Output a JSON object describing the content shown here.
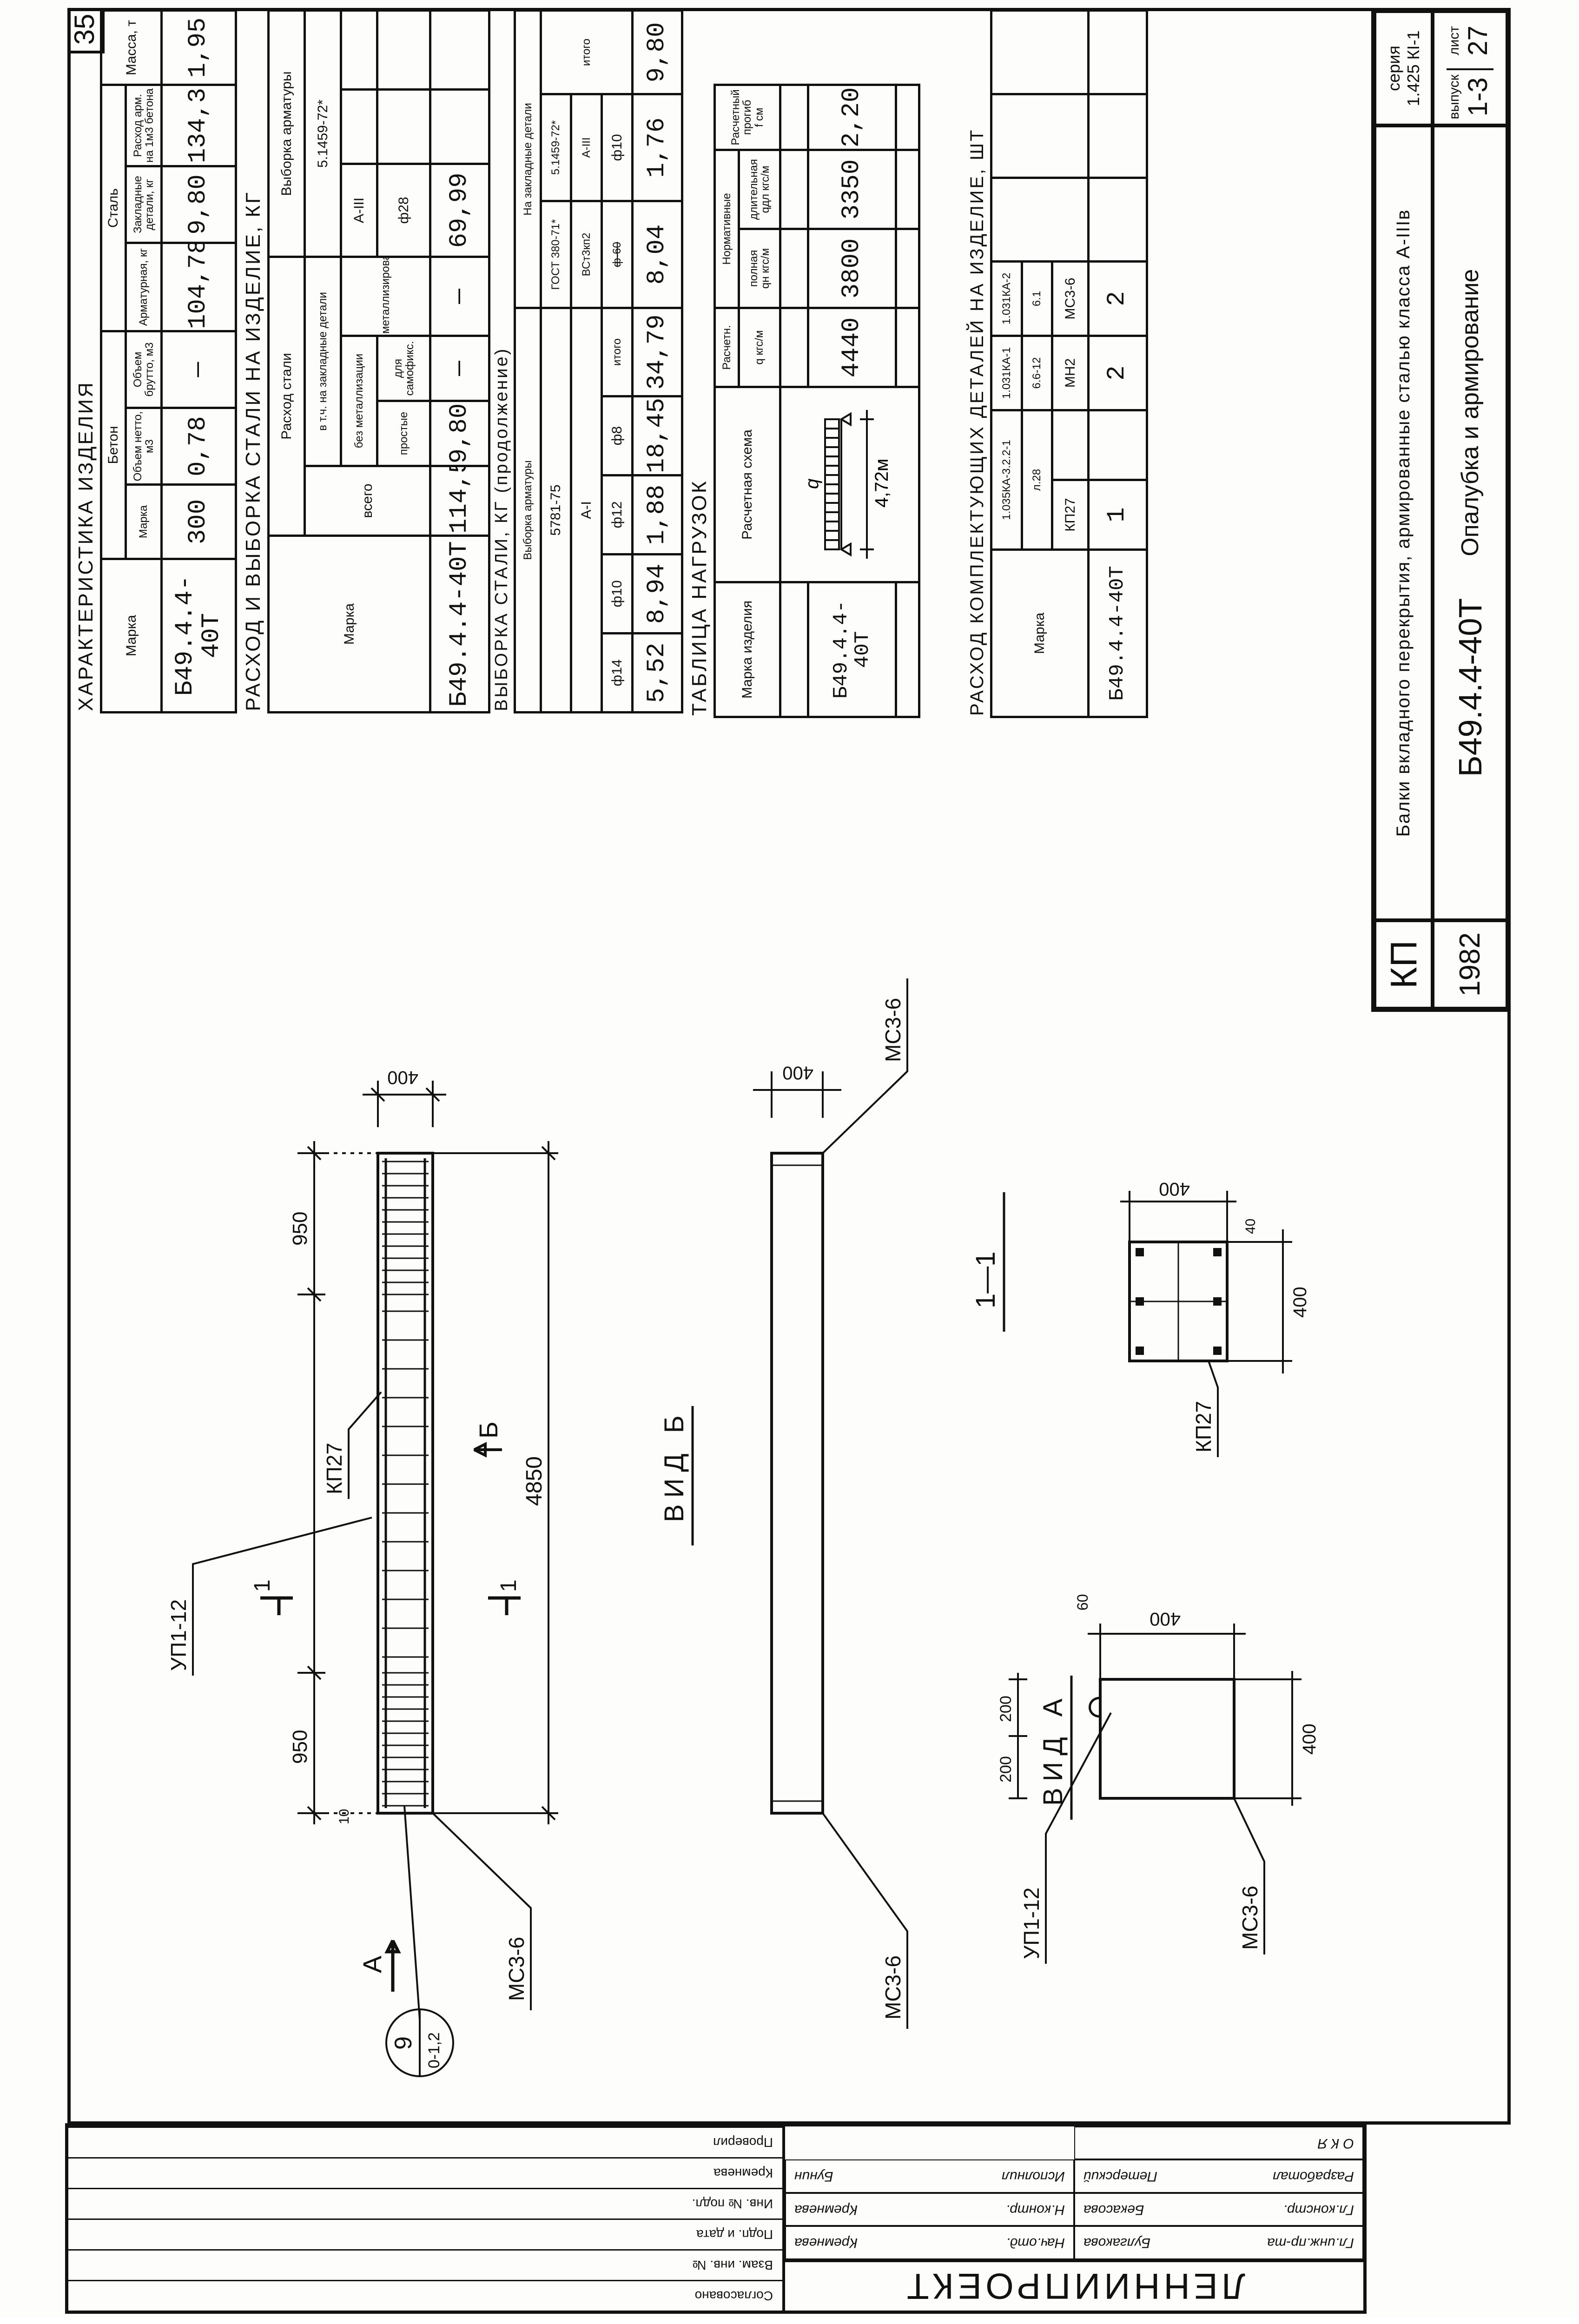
{
  "page_number": "35",
  "tables": {
    "characteristics": {
      "title": "ХАРАКТЕРИСТИКА ИЗДЕЛИЯ",
      "headers": {
        "mark": "Марка",
        "concrete": "Бетон",
        "steel": "Сталь",
        "concrete_mark": "Марка",
        "vol_net": "Объем нетто, м3",
        "vol_gross": "Объем брутто, м3",
        "rebar": "Арматурная, кг",
        "embedded": "Закладные детали, кг",
        "rebar_per_m3": "Расход арм. на 1м3 бетона",
        "mass": "Масса, т"
      },
      "row": {
        "mark": "Б49.4.4-40Т",
        "concrete_mark": "300",
        "vol_net": "0,78",
        "vol_gross": "—",
        "rebar": "104,78",
        "embedded": "9,80",
        "rebar_per_m3": "134,3",
        "mass": "1,95"
      }
    },
    "steel_consumption": {
      "title": "РАСХОД И ВЫБОРКА СТАЛИ НА ИЗДЕЛИЕ, КГ",
      "headers": {
        "mark": "Марка",
        "consumption": "Расход стали",
        "total": "всего",
        "incl_embedded": "в т.ч. на закладные детали",
        "no_metallization": "без металлизации",
        "metallized": "металлизированные",
        "simple": "простые",
        "self_fix": "для самофикс.",
        "selection": "Выборка арматуры",
        "standard": "5.1459-72*",
        "class": "А-III",
        "dia": "ф28"
      },
      "row": {
        "mark": "Б49.4.4-40Т",
        "total": "114,58",
        "simple": "9,80",
        "self_fix": "—",
        "metallized": "—",
        "dia": "69,99"
      }
    },
    "steel_selection_cont": {
      "title": "ВЫБОРКА СТАЛИ, КГ (продолжение)",
      "headers": {
        "selection": "Выборка арматуры",
        "embedded": "На закладные детали",
        "std1": "5781-75",
        "class1": "А-I",
        "cols": [
          "ф14",
          "ф10",
          "ф12",
          "ф8",
          "итого"
        ],
        "std2": "ГОСТ 380-71*",
        "grade2": "ВСт3кп2",
        "dia2": "ф-60",
        "std3": "5.1459-72*",
        "class3": "А-III",
        "dia3": "ф10",
        "total": "итого"
      },
      "row": [
        "5,52",
        "8,94",
        "1,88",
        "18,45",
        "34,79",
        "8,04",
        "1,76",
        "9,80"
      ]
    },
    "loads": {
      "title": "ТАБЛИЦА НАГРУЗОК",
      "headers": {
        "mark": "Марка изделия",
        "scheme": "Расчетная схема",
        "design": "Расчетн.",
        "q": "q кгс/м",
        "normative": "Нормативные",
        "full": "полная",
        "q_full": "qн кгс/м",
        "long": "длительная",
        "q_long": "qдл кгс/м",
        "deflection": "Расчетный прогиб",
        "f": "f см"
      },
      "scheme_q": "q",
      "scheme_span": "4,72м",
      "row": {
        "mark": "Б49.4.4-40Т",
        "q": "4440",
        "q_full": "3800",
        "q_long": "3350",
        "f": "2,20"
      }
    },
    "components": {
      "title": "РАСХОД КОМПЛЕКТУЮЩИХ ДЕТАЛЕЙ НА ИЗДЕЛИЕ, ШТ",
      "headers": {
        "mark": "Марка",
        "g1": "1.035КА-3.2.2-1",
        "g1_sub": "л.28",
        "g2": "1.031КА-1",
        "g2_sub": "6.6-12",
        "g3": "1.031КА-2",
        "g3_sub": "6.1",
        "items": [
          "КП27",
          "МН2",
          "МС3-6"
        ]
      },
      "row": {
        "mark": "Б49.4.4-40Т",
        "values": [
          "1",
          "2",
          "2"
        ]
      }
    }
  },
  "drawing": {
    "dim_950": "950",
    "dim_4850": "4850",
    "dim_400": "400",
    "dim_10": "10",
    "dim_40": "40",
    "dim_60": "60",
    "dim_200": "200",
    "labels": {
      "up": "УП1-12",
      "kp": "КП27",
      "ms": "МС3-6",
      "view_a_arrow": "А",
      "view_b_arrow": "Б",
      "section": "1"
    },
    "view_b_title": "ВИД Б",
    "view_a_title": "ВИД А",
    "section_title": "1—1",
    "callout_top": "9",
    "callout_bottom": "0-1,2"
  },
  "title_block": {
    "code": "КП",
    "year": "1982",
    "name": "Балки вкладного перекрытия, армированные сталью класса А-IIIв",
    "mark": "Б49.4.4-40Т",
    "sheet_name": "Опалубка и армирование",
    "series_label": "серия",
    "series": "1.425 КI-1",
    "issue_label": "выпуск",
    "issue": "1-3",
    "sheet_label": "лист",
    "sheet": "27"
  },
  "stamp": {
    "org": "ЛЕННИИПРОЕКТ",
    "roles": [
      {
        "role": "Гл.инж.пр-та",
        "name": "Булгакова"
      },
      {
        "role": "Нач.отд.",
        "name": "Кремнева"
      },
      {
        "role": "Гл.констр.",
        "name": "Бекасова"
      },
      {
        "role": "Н.контр.",
        "name": "Кремнева"
      },
      {
        "role": "Разработал",
        "name": "Петерский"
      },
      {
        "role": "Исполнил",
        "name": "Бунин"
      }
    ],
    "stage": "О К Я",
    "agreed": "Согласовано",
    "approvals": [
      "Взам. инв. №",
      "Подп. и дата",
      "Инв. № подл.",
      "Кремнева",
      "Проверил"
    ]
  }
}
